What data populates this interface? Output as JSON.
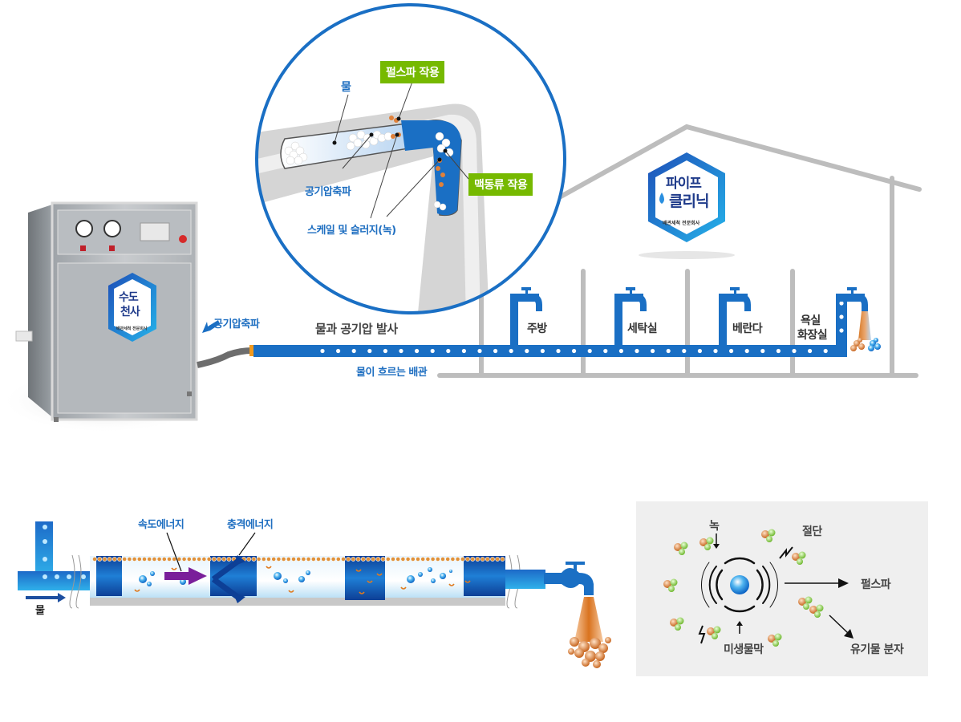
{
  "machine": {
    "name": "수도천사 pipe cleaning machine",
    "logo_line1": "수도",
    "logo_line2": "천사",
    "logo_sub": "배관세척 전문회사"
  },
  "house_logo": {
    "line1": "파이프",
    "line2": "클리닉",
    "sub": "배관세척 전문회사"
  },
  "zoom_circle": {
    "label_water": "물",
    "label_air_wave": "공기압축파",
    "label_scale": "스케일 및 슬러지(녹)",
    "tag_pulse": "펄스파 작용",
    "tag_pulsation": "맥동류 작용"
  },
  "main_diagram": {
    "hose_label": "공기압축파",
    "fire_label": "물과 공기압 발사",
    "pipe_label": "물이 흐르는 배관",
    "rooms": [
      {
        "label": "주방"
      },
      {
        "label": "세탁실"
      },
      {
        "label": "베란다"
      },
      {
        "label": "욕실\n화장실",
        "line1": "욕실",
        "line2": "화장실"
      }
    ]
  },
  "bottom_pipe": {
    "label_velocity": "속도에너지",
    "label_impact": "충격에너지",
    "label_water": "물"
  },
  "pulse_panel": {
    "label_rust": "녹",
    "label_cut": "절단",
    "label_pulse": "펄스파",
    "label_biofilm": "미생물막",
    "label_organic": "유기물 분자"
  },
  "colors": {
    "pipe_blue": "#1a6fc4",
    "tag_green": "#76b900",
    "rust_orange": "#e0813a",
    "house_gray": "#bdbdbd",
    "panel_bg": "#efefef"
  }
}
